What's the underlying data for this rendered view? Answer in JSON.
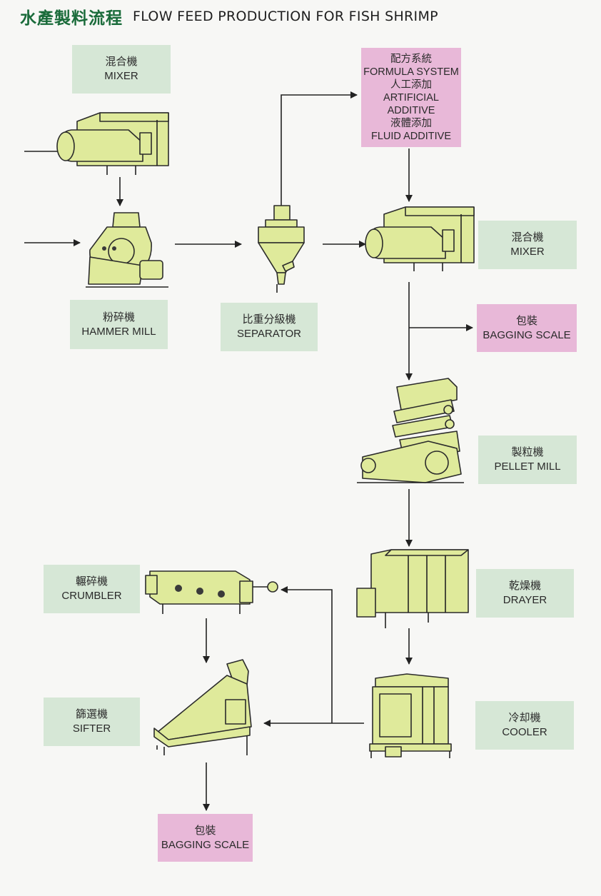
{
  "title": {
    "cn": "水產製料流程",
    "en": "FLOW FEED PRODUCTION FOR FISH SHRIMP"
  },
  "labels": {
    "mixer1": {
      "cn": "混合機",
      "en": "MIXER"
    },
    "hammer": {
      "cn": "粉碎機",
      "en": "HAMMER MILL"
    },
    "separator": {
      "cn": "比重分級機",
      "en": "SEPARATOR"
    },
    "formula": {
      "l1": "配方系統",
      "l2": "FORMULA SYSTEM",
      "l3": "人工添加",
      "l4": "ARTIFICIAL",
      "l5": "ADDITIVE",
      "l6": "液體添加",
      "l7": "FLUID ADDITIVE"
    },
    "mixer2": {
      "cn": "混合機",
      "en": "MIXER"
    },
    "bagging1": {
      "cn": "包裝",
      "en": "BAGGING SCALE"
    },
    "pellet": {
      "cn": "製粒機",
      "en": "PELLET MILL"
    },
    "drayer": {
      "cn": "乾燥機",
      "en": "DRAYER"
    },
    "crumbler": {
      "cn": "輾碎機",
      "en": "CRUMBLER"
    },
    "sifter": {
      "cn": "篩選機",
      "en": "SIFTER"
    },
    "cooler": {
      "cn": "冷却機",
      "en": "COOLER"
    },
    "bagging2": {
      "cn": "包裝",
      "en": "BAGGING SCALE"
    }
  },
  "colors": {
    "label_green": "#d6e7d6",
    "label_pink": "#e8b8d8",
    "machine": "#dfea9b",
    "title_cn": "#1a6b3a"
  }
}
